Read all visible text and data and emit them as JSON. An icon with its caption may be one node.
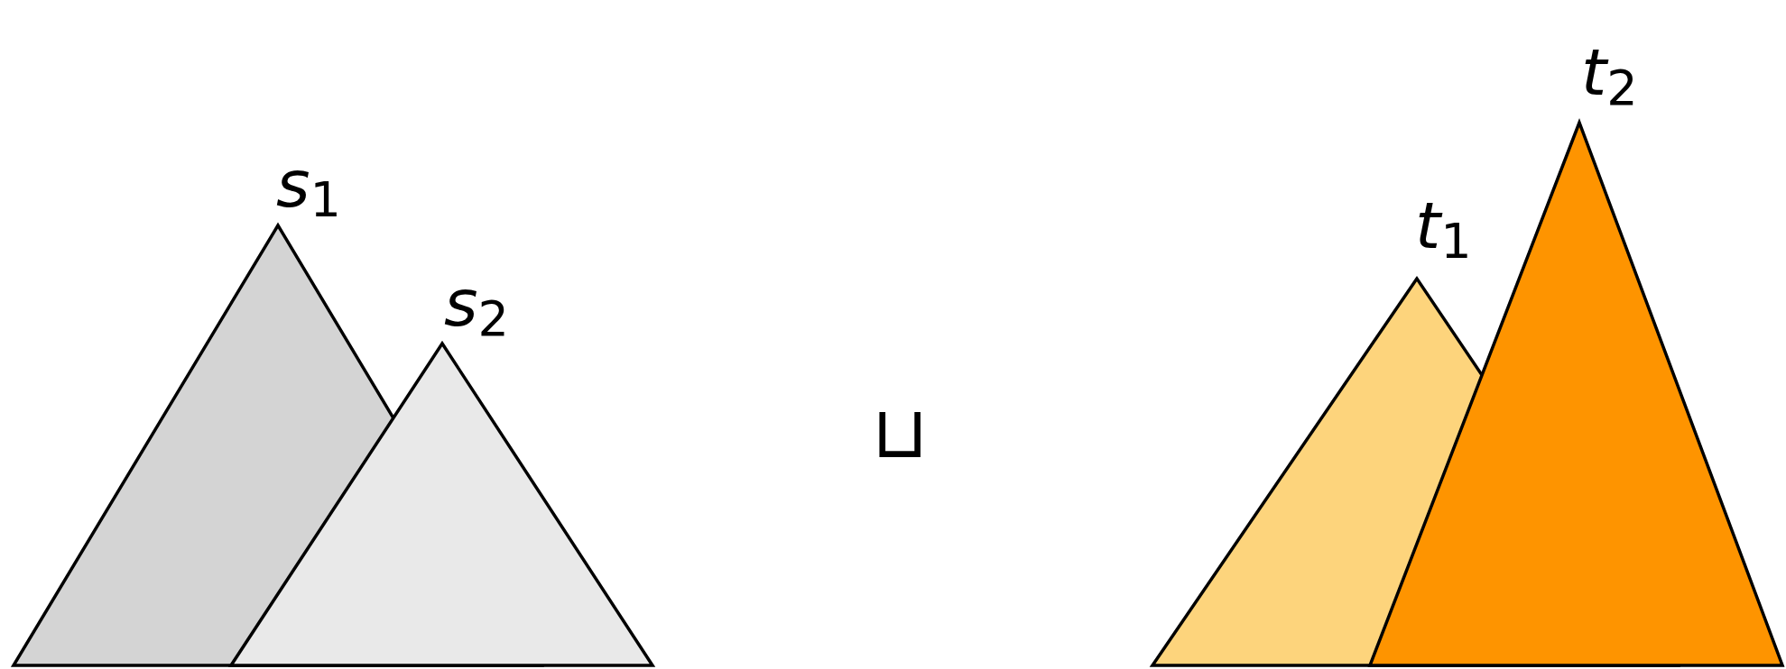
{
  "diagram": {
    "nodes": [
      {
        "text": [
          "*s*$_{1}$"
        ]
      },
      {
        "text": [
          "*s*$_{2}$"
        ]
      },
      {
        "text": [
          "*t*$_{1}$"
        ]
      },
      {
        "text": [
          "*t*$_{2}$"
        ]
      }
    ],
    "labels": [
      "⊔"
    ]
  }
}
